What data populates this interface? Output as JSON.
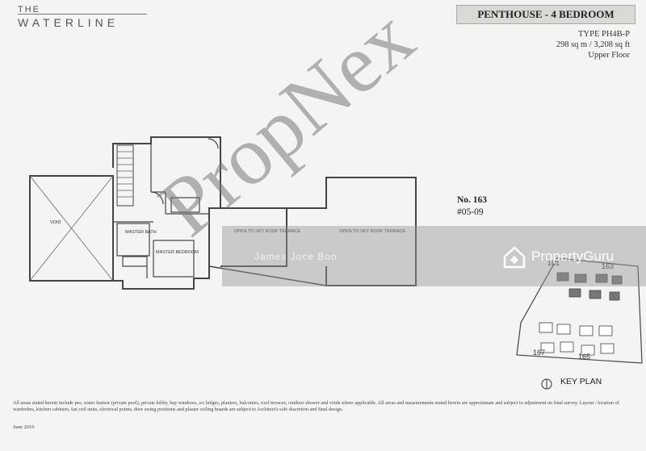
{
  "logo": {
    "line1": "THE",
    "line2": "WATERLINE"
  },
  "title": "PENTHOUSE - 4 BEDROOM",
  "specs": {
    "type": "TYPE PH4B-P",
    "area": "298 sq m / 3,208 sq ft",
    "floor": "Upper Floor"
  },
  "unit": {
    "number": "No. 163",
    "level": "#05-09"
  },
  "rooms": {
    "void": "VOID",
    "master_bath": "MASTER BATH",
    "master_bedroom": "MASTER BEDROOM",
    "open_space": "OPEN TO SKY",
    "terrace1": "OPEN TO SKY ROOF TERRACE",
    "terrace2": "OPEN TO SKY ROOF TERRACE"
  },
  "watermark": "PropNex",
  "watermark_name": "James Joce Boo",
  "propertyguru": "PropertyGuru",
  "keyplan": {
    "label": "KEY PLAN",
    "blocks": [
      "161",
      "163",
      "165",
      "167"
    ]
  },
  "footnote": "All areas stated herein include pes, water feature (private pool), private lobby, bay windows, a/c ledges, planters, balconies, roof terraces, outdoor shower and voids where applicable. All areas and measurements stated herein are approximate and subject to adjustment on final survey. Layout / location of wardrobes, kitchen cabinets, fan coil units, electrical points, door swing positions and plaster ceiling boards are subject to Architect's sole discretion and final design.",
  "date": "June 2010"
}
